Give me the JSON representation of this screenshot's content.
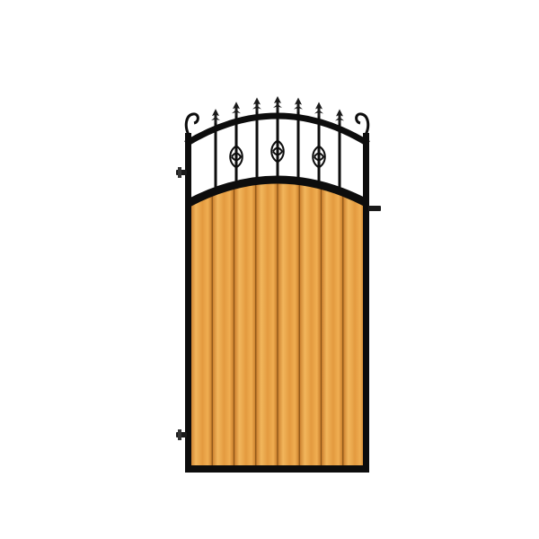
{
  "image": {
    "subject": "garden-gate",
    "background_color": "#ffffff"
  },
  "gate": {
    "frame_color": "#0d0d0d",
    "wood_base_color": "#e39a3f",
    "wood_light_color": "#f2b65c",
    "wood_dark_color": "#c97c2a",
    "finial_color": "#1a1a1a",
    "board_count": 8,
    "baluster_count": 7,
    "finial_count": 7,
    "scroll_ornament_count": 3,
    "hinge_count": 2,
    "latch_count": 1
  }
}
